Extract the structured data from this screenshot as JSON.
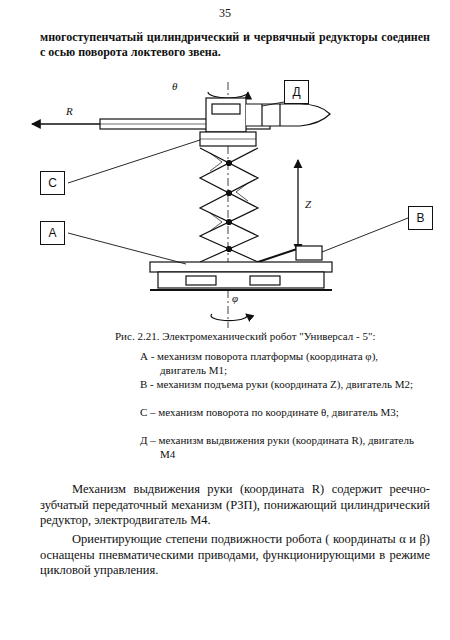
{
  "diagram": {
    "caption": "Рис. 2.21. Электромеханический робот \"Универсал - 5\":",
    "nodes": [
      {
        "text": [
          "Д"
        ]
      },
      {
        "text": [
          "С"
        ]
      },
      {
        "text": [
          "В"
        ]
      },
      {
        "text": [
          "А"
        ]
      }
    ],
    "labels": [
      "35",
      "многоступенчатый цилиндрический и червячный редукторы соединен с осью поворота локтевого звена.",
      "θ",
      "R",
      "Z",
      "φ",
      "А - механизм поворота платформы (координата φ), двигатель М1;",
      "В - механизм подъема руки (координата Z), двигатель М2;",
      "С – механизм поворота по координате θ, двигатель М3;",
      "Д – механизм выдвижения руки (координата R), двигатель М4",
      "Механизм выдвижения руки (координата R) содержит реечно-зубчатый передаточный механизм (РЗП), понижающий цилиндрический редуктор, электродвигатель М4.",
      "Ориентирующие степени подвижности робота ( координаты α и β) оснащены пневматическими приводами, функционирующими в режиме цикловой управления."
    ]
  }
}
